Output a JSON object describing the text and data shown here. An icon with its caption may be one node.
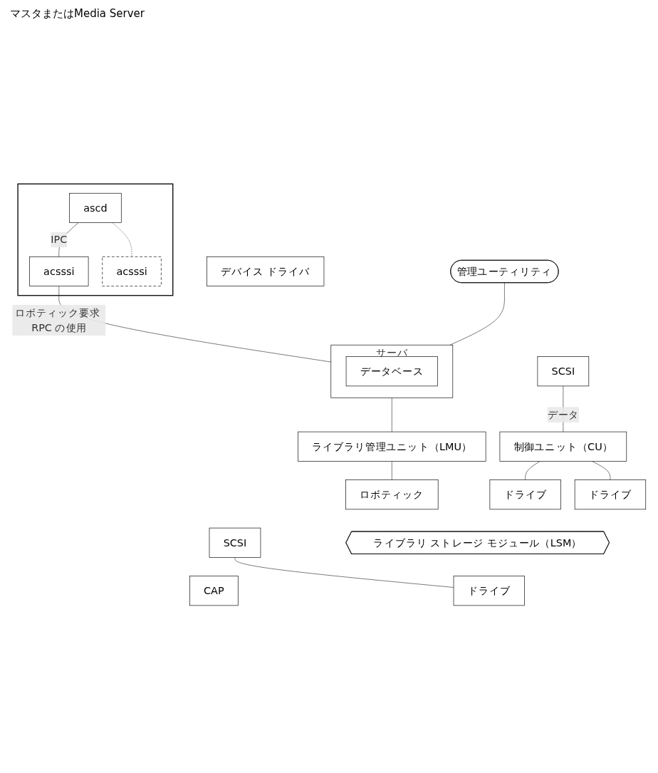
{
  "diagram": {
    "title": "マスタまたはMedia Server",
    "nodes": [
      {
        "text": [],
        "shape": "box"
      },
      {
        "text": [
          "ascd"
        ],
        "in": 0
      },
      {
        "text": [
          "acsssi"
        ],
        "in": 0
      },
      {
        "text": [
          "acsssi"
        ],
        "in": 0
      },
      {
        "text": [
          "デバイス ドライバ"
        ]
      },
      {
        "text": [
          "SCSI"
        ]
      },
      {
        "text": [
          "SCSI"
        ]
      },
      {
        "text": [
          "管理ユーティリティ"
        ]
      },
      {
        "text": [
          "サーバ"
        ]
      },
      {
        "text": [
          "データベース"
        ],
        "in": 8
      },
      {
        "text": [
          "ライブラリ管理ユニット（LMU）"
        ]
      },
      {
        "text": [
          "ロボティック"
        ]
      },
      {
        "text": [
          "制御ユニット（CU）"
        ]
      },
      {
        "text": [
          "ドライブ"
        ]
      },
      {
        "text": [
          "ドライブ"
        ]
      },
      {
        "text": [
          "ライブラリ ストレージ モジュール（LSM）"
        ]
      },
      {
        "text": [
          "CAP"
        ]
      },
      {
        "text": [
          "ドライブ"
        ]
      }
    ],
    "edges": [
      {
        "from": 1,
        "to": 2,
        "arrow": "none",
        "label": "IPC"
      },
      {
        "from": 1,
        "to": 3,
        "arrow": "none",
        "style": "dashed"
      },
      {
        "from": 2,
        "to": 8,
        "arrow": "none",
        "label": "ロボティック要求 RPC の使用"
      },
      {
        "from": 7,
        "to": 8,
        "arrow": "none"
      },
      {
        "from": 8,
        "to": 10,
        "arrow": "none"
      },
      {
        "from": 10,
        "to": 11,
        "arrow": "none"
      },
      {
        "from": 6,
        "to": 12,
        "arrow": "none",
        "label": "データ"
      },
      {
        "from": 12,
        "to": 13,
        "arrow": "none"
      },
      {
        "from": 12,
        "to": 14,
        "arrow": "none"
      },
      {
        "from": 5,
        "to": 17,
        "arrow": "none"
      }
    ]
  }
}
